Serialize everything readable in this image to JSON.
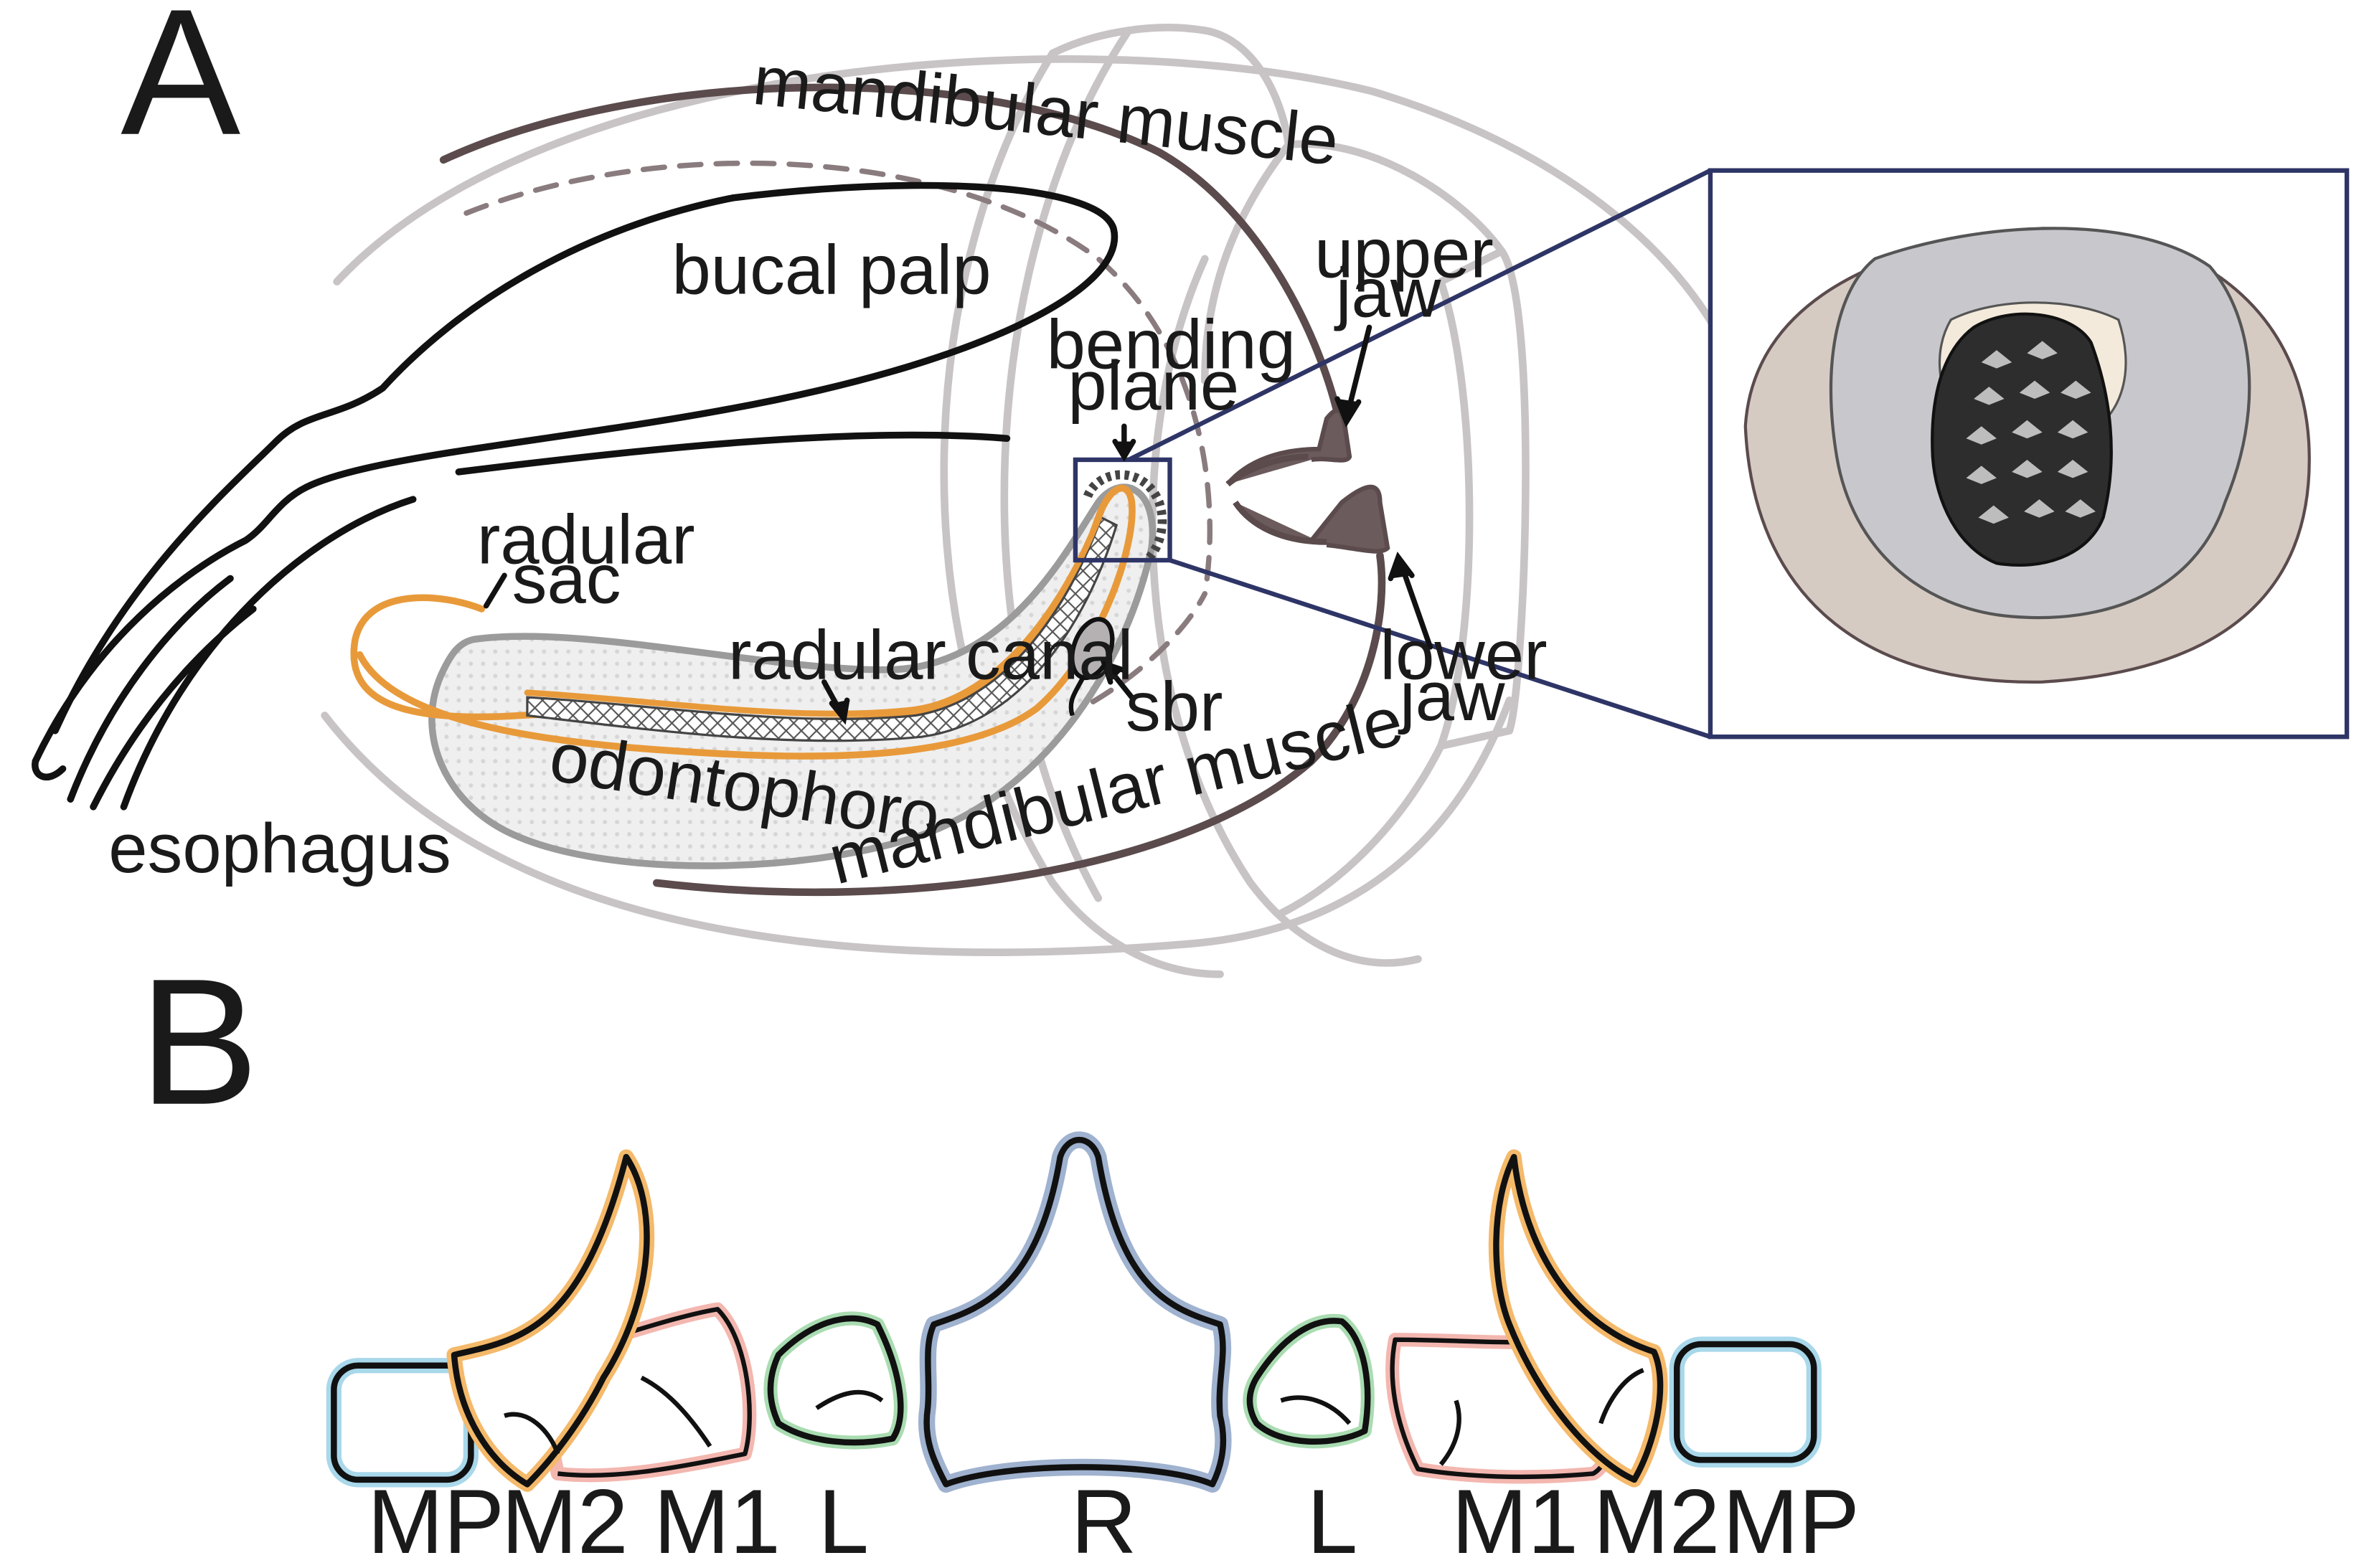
{
  "panels": {
    "a": {
      "letter": "A",
      "labels": {
        "mandibular_muscle_top": "mandibular muscle",
        "bucal_palp": "bucal palp",
        "upper_jaw_1": "upper",
        "upper_jaw_2": "jaw",
        "bending_plane_1": "bending",
        "bending_plane_2": "plane",
        "radular_sac_1": "radular",
        "radular_sac_2": "sac",
        "radular_canal": "radular canal",
        "sbr": "sbr",
        "lower_jaw_1": "lower",
        "lower_jaw_2": "jaw",
        "odontophoro": "odontophoro",
        "mandibular_muscle_bottom": "mandibular muscle",
        "esophagus": "esophagus"
      }
    },
    "b": {
      "letter": "B",
      "teeth_labels": [
        "MP",
        "M2",
        "M1",
        "L",
        "R",
        "L",
        "M1",
        "M2",
        "MP"
      ]
    }
  },
  "colors": {
    "outline": "#111111",
    "light_gray": "#c8c4c5",
    "dark_brown": "#5b4b4d",
    "orange": "#e89a3a",
    "odontophore_fill": "#ececec",
    "inset_frame": "#2e3566",
    "tooth_mp": "#a8d8ea",
    "tooth_m2": "#f4b96a",
    "tooth_m1": "#f3b7b0",
    "tooth_l": "#a9dcb1",
    "tooth_r": "#9fb2cf"
  }
}
